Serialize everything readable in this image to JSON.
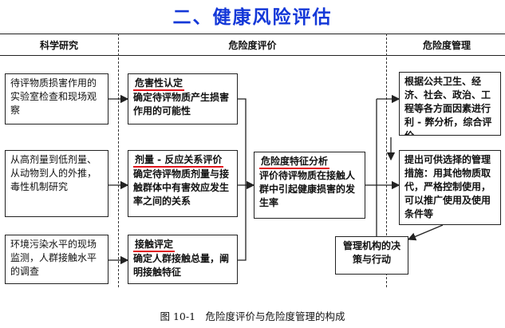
{
  "title": "二、健康风险评估",
  "columns": {
    "research": "科学研究",
    "assessment": "危险度评价",
    "management": "危险度管理"
  },
  "research_boxes": [
    "待评物质损害作用的实验室检查和现场观察",
    "从高剂量到低剂量、从动物到人的外推，毒性机制研究",
    "环境污染水平的现场监测，人群接触水平的调查"
  ],
  "assessment_boxes": [
    {
      "heading": "危害性认定",
      "body": "确定待评物质产生损害作用的可能性"
    },
    {
      "heading": "剂量 - 反应关系评价",
      "body": "确定待评物质剂量与接触群体中有害效应发生率之间的关系"
    },
    {
      "heading": "接触评定",
      "body": "确定人群接触总量，阐明接触特征"
    }
  ],
  "characterization": {
    "heading": "危险度特征分析",
    "body": "评价待评物质在接触人群中引起健康损害的发生率"
  },
  "management_boxes": [
    "根据公共卫生、经济、社会、政治、工程等各方面因素进行利 - 弊分析，综合评价",
    "提出可供选择的管理措施：用其他物质取代，严格控制使用，可以推广使用及使用条件等"
  ],
  "decision_box": "管理机构的决策与行动",
  "caption": "图 10-1　危险度评价与危险度管理的构成"
}
